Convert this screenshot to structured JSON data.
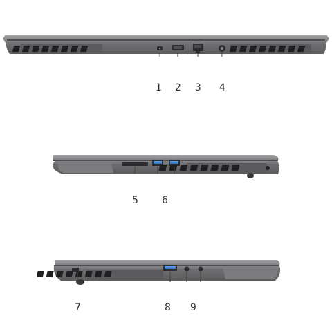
{
  "views": [
    {
      "id": "rear",
      "port_numbers": [
        "1",
        "2",
        "3",
        "4"
      ]
    },
    {
      "id": "right-side",
      "port_numbers": [
        "5",
        "6"
      ]
    },
    {
      "id": "left-side",
      "port_numbers": [
        "7",
        "8",
        "9"
      ]
    }
  ],
  "colors": {
    "chassis": "#6b6b6d",
    "chassis_dark": "#4a4a4c",
    "chassis_light": "#8e8e90",
    "vent": "#1f1f21",
    "usb_accent": "#2f7fd6",
    "label": "#333333"
  }
}
